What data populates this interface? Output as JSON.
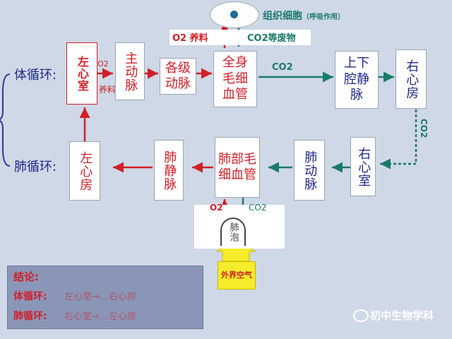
{
  "circuits": {
    "systemic": "体循环:",
    "pulmonary": "肺循环:"
  },
  "systemic_row": {
    "left_ventricle": "左心室",
    "aorta": "主动脉",
    "arteries": "各级动脉",
    "body_capillaries": "全身毛细血管",
    "vena_cava": "上下腔静脉",
    "right_atrium": "右心房"
  },
  "pulmonary_row": {
    "left_atrium": "左心房",
    "pulmonary_vein": "肺静脉",
    "lung_capillaries": "肺部毛细血管",
    "pulmonary_artery": "肺动脉",
    "right_ventricle": "右心室"
  },
  "tissue_cell": {
    "title": "组织细胞",
    "note": "（呼吸作用）",
    "o2_nutrients": "O2  养料",
    "co2_waste": "CO2等废物"
  },
  "arrow_labels": {
    "o2_nutrients_small_o2": "O2",
    "o2_nutrients_small_food": "养料",
    "co2_top": "CO2",
    "co2_right": "CO2"
  },
  "alveolus": {
    "label": "肺泡",
    "o2": "O2",
    "co2": "CO2",
    "outside_air": "外界空气"
  },
  "conclusion": {
    "heading": "结论:",
    "systemic_label": "体循环:",
    "systemic_value": "左心室→…右心房",
    "pulmonary_label": "肺循环:",
    "pulmonary_value": "右心室→…左心房"
  },
  "watermark": "初中生物学科",
  "colors": {
    "red": "#d02028",
    "green": "#1a7a6a",
    "blue_text": "#1f2a8a",
    "background": "#cfd8e6"
  }
}
